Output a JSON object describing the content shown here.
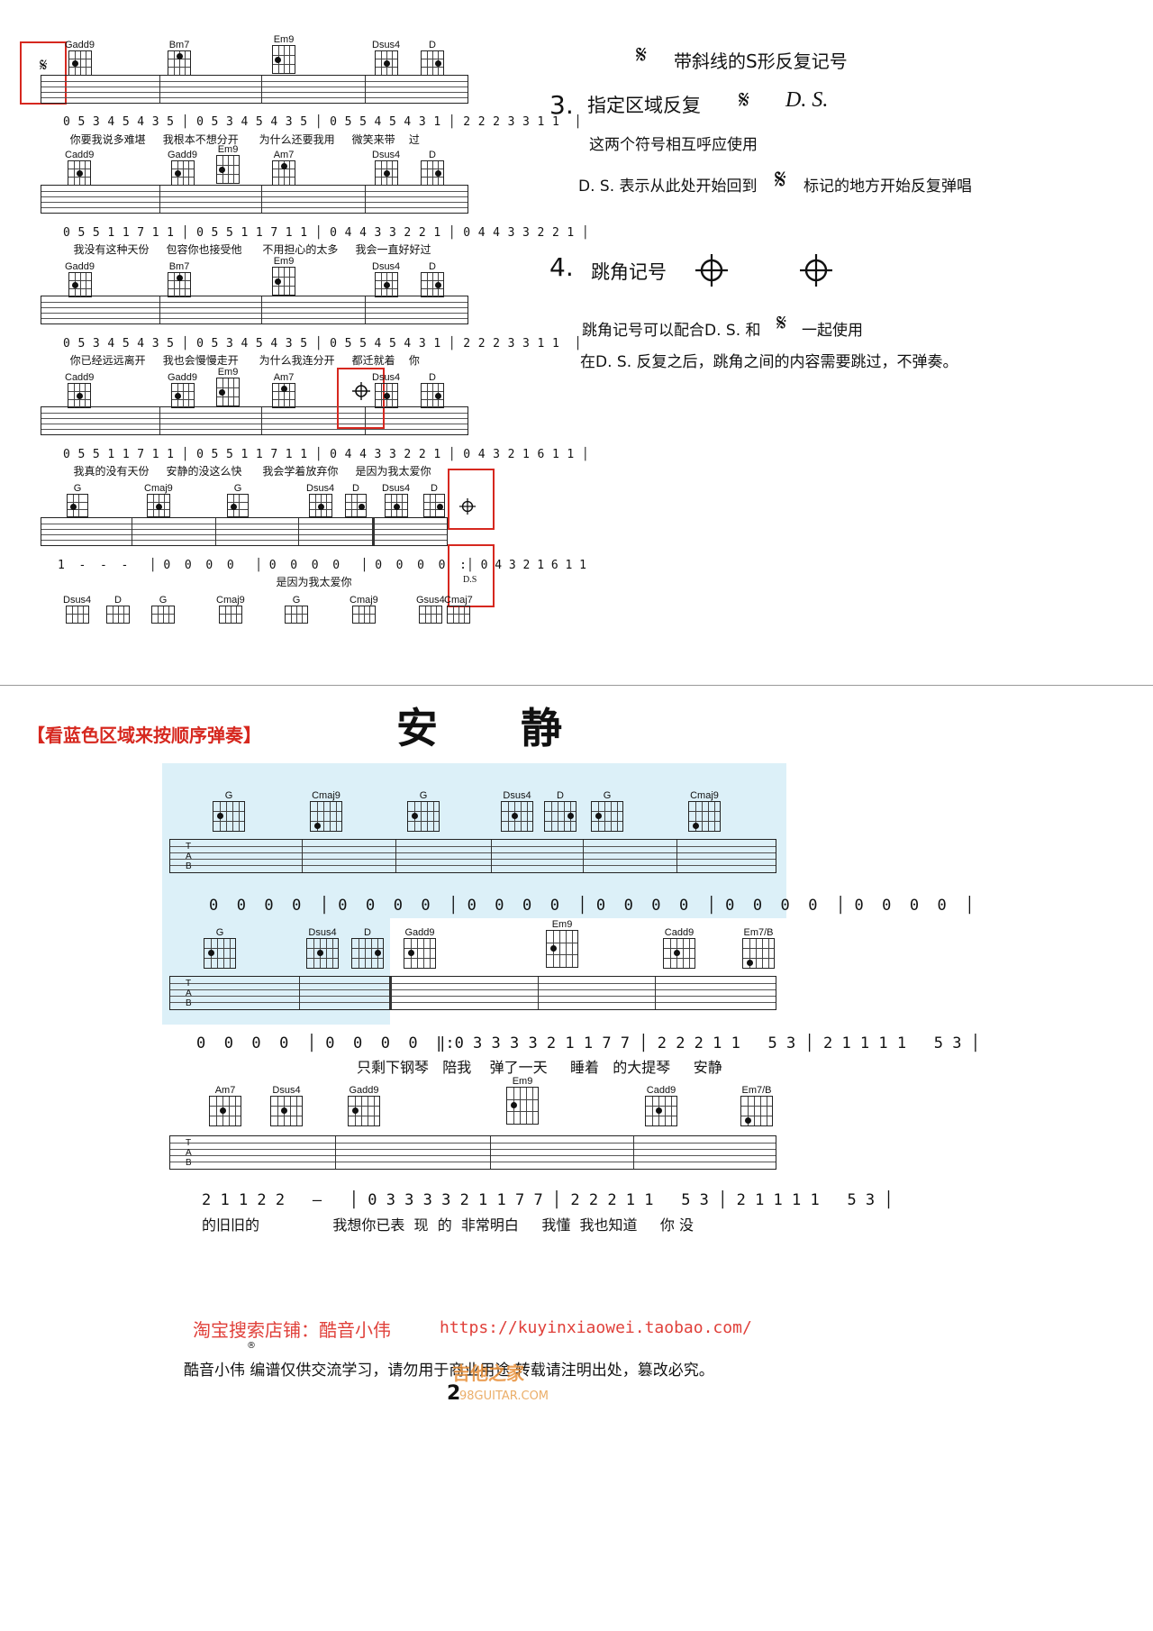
{
  "top": {
    "segno_caption": "带斜线的S形反复记号",
    "item3_num": "3.",
    "item3_title": "指定区域反复",
    "ds_label": "D. S.",
    "item3_note": "这两个符号相互呼应使用",
    "item3_desc_a": "D. S. 表示从此处开始回到",
    "item3_desc_b": "标记的地方开始反复弹唱",
    "item4_num": "4.",
    "item4_title": "跳角记号",
    "item4_desc1_a": "跳角记号可以配合D. S. 和",
    "item4_desc1_b": "一起使用",
    "item4_desc2": "在D. S. 反复之后，跳角之间的内容需要跳过，不弹奏。",
    "segno_glyph": "𝄋",
    "coda_glyph": "⌖",
    "rows": [
      {
        "chords": [
          "Gadd9",
          "Bm7",
          "Em9",
          "Dsus4",
          "D"
        ],
        "notes": "0 5 3 4 5 4 3 5 │ 0 5 3 4 5 4 3 5 │ 0 5 5 4 5 4 3 1 │ 2 2 2 3 3 1 1  │",
        "lyrics": "  你要我说多难堪     我根本不想分开      为什么还要我用     微笑来带    过"
      },
      {
        "chords": [
          "Cadd9",
          "Gadd9",
          "Em9",
          "Am7",
          "Dsus4",
          "D"
        ],
        "notes": "0 5 5 1 1 7 1 1 │ 0 5 5 1 1 7 1 1 │ 0 4 4 3 3 2 2 1 │ 0 4 4 3 3 2 2 1 │",
        "lyrics": "   我没有这种天份     包容你也接受他      不用担心的太多     我会一直好好过"
      },
      {
        "chords": [
          "Gadd9",
          "Bm7",
          "Em9",
          "Dsus4",
          "D"
        ],
        "notes": "0 5 3 4 5 4 3 5 │ 0 5 3 4 5 4 3 5 │ 0 5 5 4 5 4 3 1 │ 2 2 2 3 3 1 1  │",
        "lyrics": "  你已经远远离开     我也会慢慢走开      为什么我连分开     都迁就着    你"
      },
      {
        "chords": [
          "Cadd9",
          "Gadd9",
          "Em9",
          "Am7",
          "Dsus4",
          "D"
        ],
        "notes": "0 5 5 1 1 7 1 1 │ 0 5 5 1 1 7 1 1 │ 0 4 4 3 3 2 2 1 │ 0 4 3 2 1 6 1 1 │",
        "lyrics": "   我真的没有天份     安静的没这么快      我会学着放弃你     是因为我太爱你"
      },
      {
        "chords": [
          "G",
          "Cmaj9",
          "G",
          "Dsus4",
          "D",
          "Dsus4",
          "D"
        ],
        "notes": "1  -  -  -   │ 0  0  0  0   │ 0  0  0  0   │ 0  0  0  0  :│ 0 4 3 2 1 6 1 1",
        "lyrics": "                                                              是因为我太爱你",
        "ds": "D.S"
      },
      {
        "chords": [
          "Dsus4",
          "D",
          "G",
          "Cmaj9",
          "G",
          "Cmaj9",
          "Gsus4",
          "Cmaj7"
        ]
      }
    ]
  },
  "bottom": {
    "instruction": "【看蓝色区域来按顺序弹奏】",
    "title": "安　　静",
    "sys1_chords": [
      "G",
      "Cmaj9",
      "G",
      "Dsus4",
      "D",
      "G",
      "Cmaj9"
    ],
    "sys1_notes": "0  0  0  0  │ 0  0  0  0  │ 0  0  0  0  │ 0  0  0  0  │ 0  0  0  0  │ 0  0  0  0  │",
    "sys2_chords": [
      "G",
      "Dsus4",
      "D",
      "Gadd9",
      "Em9",
      "Cadd9",
      "Em7/B"
    ],
    "sys2_notes": "0  0  0  0  │ 0  0  0  0  ‖:0 3 3 3 3 2 1 1 7 7 │ 2 2 2 1 1   5 3 │ 2 1 1 1 1   5 3 │",
    "sys2_lyrics": "                                   只剩下钢琴   陪我    弹了一天     睡着   的大提琴     安静",
    "sys3_chords": [
      "Am7",
      "Dsus4",
      "Gadd9",
      "Em9",
      "Cadd9",
      "Em7/B"
    ],
    "sys3_notes": "2 1 1 2 2   –   │ 0 3 3 3 3 2 1 1 7 7 │ 2 2 2 1 1   5 3 │ 2 1 1 1 1   5 3 │",
    "sys3_lyrics": "的旧旧的                我想你已表  现  的  非常明白     我懂  我也知道     你 没"
  },
  "footer": {
    "shop_label": "淘宝搜索店铺：酷音小伟",
    "shop_url": "https://kuyinxiaowei.taobao.com/",
    "registered": "®",
    "notice": "酷音小伟 编谱仅供交流学习，请勿用于商业用途 转载请注明出处，篡改必究。",
    "page_num": "2",
    "watermark": "吉他之家",
    "watermark_url": "98GUITAR.COM"
  },
  "colors": {
    "red": "#d6281f",
    "blue": "#dcf0f8",
    "footer_red": "#e0403a"
  }
}
